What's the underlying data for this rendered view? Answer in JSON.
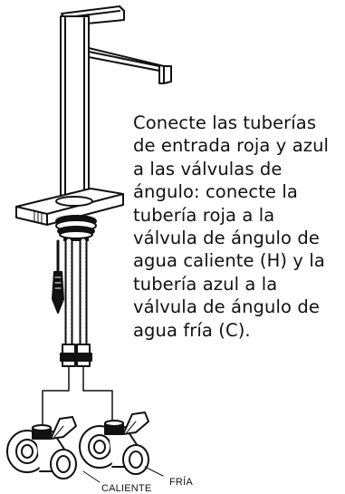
{
  "instructions": {
    "lines": [
      "Conecte las tuberías",
      "de entrada roja y azul",
      "a las válvulas de",
      "ángulo: conecte la",
      "tubería roja a la",
      "válvula de ángulo de",
      "agua caliente (H) y la",
      "tubería azul a la",
      "válvula de ángulo de",
      "agua fría (C)."
    ]
  },
  "labels": {
    "hot": "CALIENTE",
    "cold": "FRÍA"
  },
  "colors": {
    "ink": "#111111",
    "background": "#ffffff"
  }
}
